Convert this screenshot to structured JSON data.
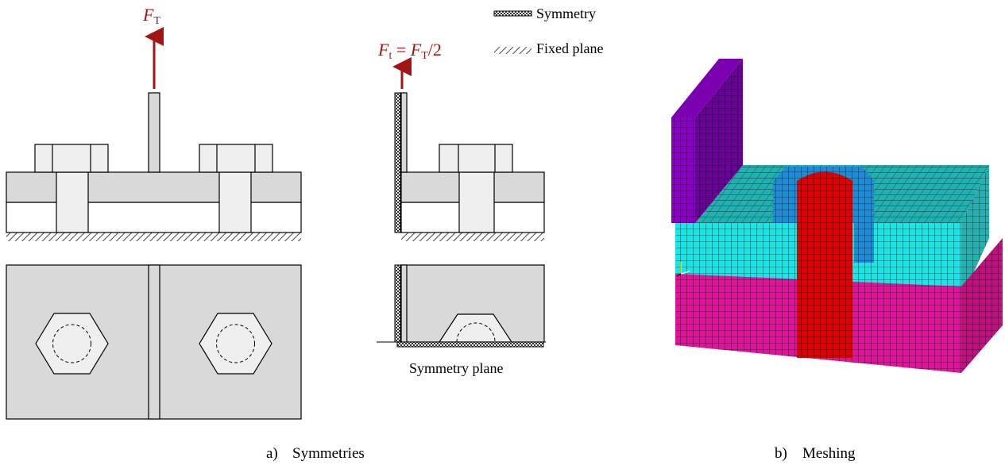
{
  "left_force": {
    "symbol": "F",
    "subscript": "T"
  },
  "mid_force": {
    "symbol": "F",
    "sub1": "t",
    "eq": " = ",
    "symbol2": "F",
    "sub2": "T",
    "tail": "/2"
  },
  "legend": {
    "symmetry": "Symmetry",
    "fixed_plane": "Fixed plane"
  },
  "symmetry_plane_label": "Symmetry plane",
  "captions": {
    "a_letter": "a)",
    "a_text": "Symmetries",
    "b_letter": "b)",
    "b_text": "Meshing"
  },
  "colors": {
    "force_arrow": "#a31515",
    "part_fill": "#d9d9d9",
    "bolt_fill": "#efefef",
    "mesh_purple": "#8a00c8",
    "mesh_teal": "#22b0b0",
    "mesh_cyan": "#19e6e6",
    "mesh_blue": "#1a8cd9",
    "mesh_red": "#e00000",
    "mesh_magenta": "#e0139a"
  }
}
